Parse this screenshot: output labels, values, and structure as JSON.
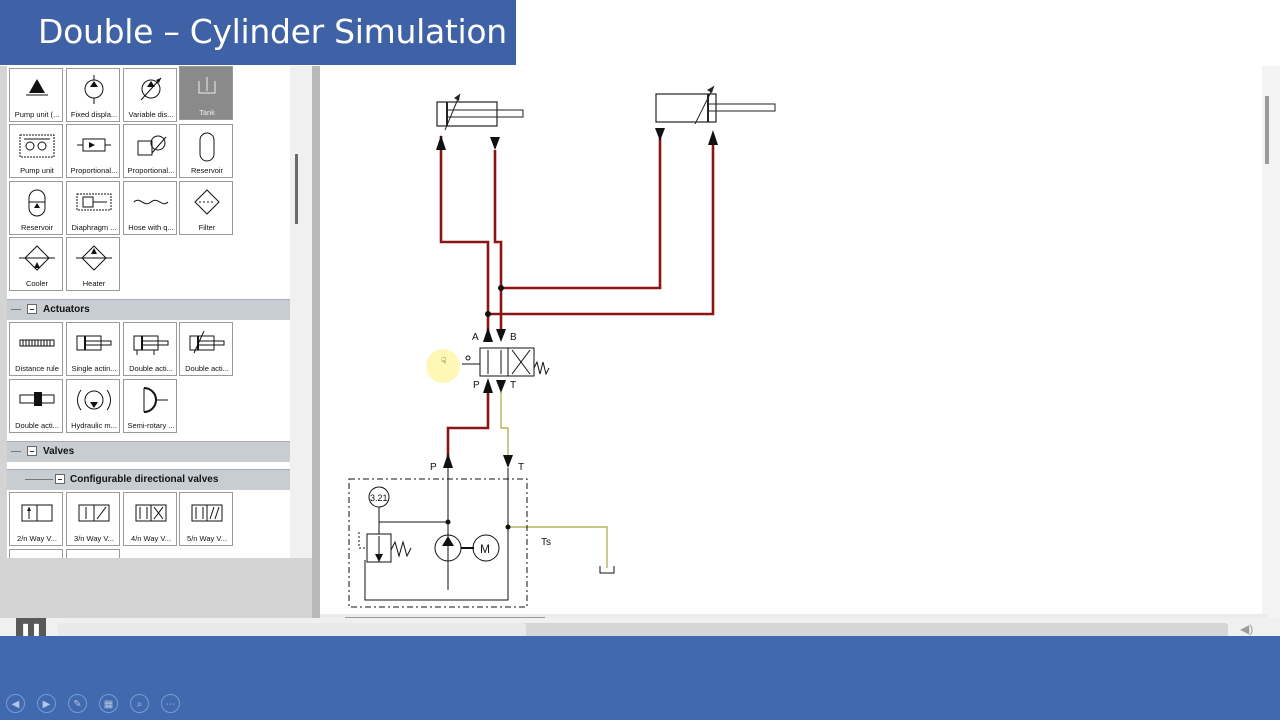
{
  "slide_title": "Double – Cylinder Simulation",
  "library": {
    "tiles_top": [
      {
        "label": "Pump unit (...",
        "icon": "pump-unit-icon"
      },
      {
        "label": "Fixed displa...",
        "icon": "fixed-displacement-pump-icon"
      },
      {
        "label": "Variable dis...",
        "icon": "variable-displacement-pump-icon"
      },
      {
        "label": "Tank",
        "icon": "tank-icon"
      },
      {
        "label": "Pump unit",
        "icon": "pump-unit-detailed-icon"
      },
      {
        "label": "Proportional...",
        "icon": "proportional-valve-icon"
      },
      {
        "label": "Proportional...",
        "icon": "proportional-pressure-valve-icon"
      },
      {
        "label": "Reservoir",
        "icon": "reservoir-icon"
      },
      {
        "label": "Reservoir",
        "icon": "reservoir-2-icon"
      },
      {
        "label": "Diaphragm ...",
        "icon": "diaphragm-accumulator-icon"
      },
      {
        "label": "Hose with q...",
        "icon": "hose-icon"
      },
      {
        "label": "Filter",
        "icon": "filter-icon"
      },
      {
        "label": "Cooler",
        "icon": "cooler-icon"
      },
      {
        "label": "Heater",
        "icon": "heater-icon"
      }
    ],
    "cat_actuators": "Actuators",
    "tiles_actuators": [
      {
        "label": "Distance rule",
        "icon": "distance-rule-icon"
      },
      {
        "label": "Single actin...",
        "icon": "single-acting-cylinder-icon"
      },
      {
        "label": "Double acti...",
        "icon": "double-acting-cylinder-icon"
      },
      {
        "label": "Double acti...",
        "icon": "double-acting-cylinder-2-icon"
      },
      {
        "label": "Double acti...",
        "icon": "double-acting-cylinder-3-icon"
      },
      {
        "label": "Hydraulic m...",
        "icon": "hydraulic-motor-icon"
      },
      {
        "label": "Semi-rotary ...",
        "icon": "semi-rotary-actuator-icon"
      }
    ],
    "cat_valves": "Valves",
    "cat_config_valves": "Configurable directional valves",
    "tiles_valves": [
      {
        "label": "2/n Way V...",
        "icon": "2-way-valve-icon"
      },
      {
        "label": "3/n Way V...",
        "icon": "3-way-valve-icon"
      },
      {
        "label": "4/n Way V...",
        "icon": "4-way-valve-icon"
      },
      {
        "label": "5/n Way V...",
        "icon": "5-way-valve-icon"
      }
    ]
  },
  "diagram": {
    "port_a": "A",
    "port_b": "B",
    "port_p_valve": "P",
    "port_t_valve": "T",
    "port_p_supply": "P",
    "port_t_supply": "T",
    "pressure_gauge": "3.21",
    "motor": "M",
    "tank_label": "Ts"
  },
  "colors": {
    "title_bg": "#3f61a6",
    "pressure_line": "#8b1515",
    "tank_line": "#b7b35a",
    "footer_bg": "#4069b0"
  },
  "player": {
    "progress_fraction": 0.4,
    "pause_icon": "pause-icon"
  }
}
